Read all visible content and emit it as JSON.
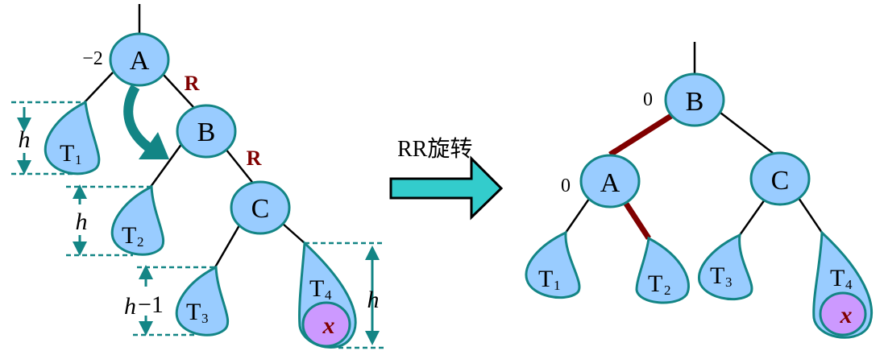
{
  "before": {
    "nodes": {
      "a": "A",
      "b": "B",
      "c": "C"
    },
    "balance_a": "−2",
    "edge_labels": {
      "ab": "R",
      "bc": "R"
    },
    "subtrees": {
      "t1": {
        "main": "T",
        "sub": "1"
      },
      "t2": {
        "main": "T",
        "sub": "2"
      },
      "t3": {
        "main": "T",
        "sub": "3"
      },
      "t4": {
        "main": "T",
        "sub": "4"
      }
    },
    "inserted": "x",
    "heights": {
      "t1": "h",
      "t2": "h",
      "t3_h": "h",
      "t3_rest": "−1",
      "t4": "h"
    }
  },
  "operation": {
    "label": "RR旋转"
  },
  "after": {
    "nodes": {
      "a": "A",
      "b": "B",
      "c": "C"
    },
    "balance_b": "0",
    "balance_a": "0",
    "subtrees": {
      "t1": {
        "main": "T",
        "sub": "1"
      },
      "t2": {
        "main": "T",
        "sub": "2"
      },
      "t3": {
        "main": "T",
        "sub": "3"
      },
      "t4": {
        "main": "T",
        "sub": "4"
      }
    },
    "inserted": "x"
  },
  "colors": {
    "node_fill": "#99ccff",
    "outline": "#138585",
    "highlight_edge": "#800000",
    "inserted_fill": "#cc99ff",
    "arrow_fill": "#33cccc"
  }
}
